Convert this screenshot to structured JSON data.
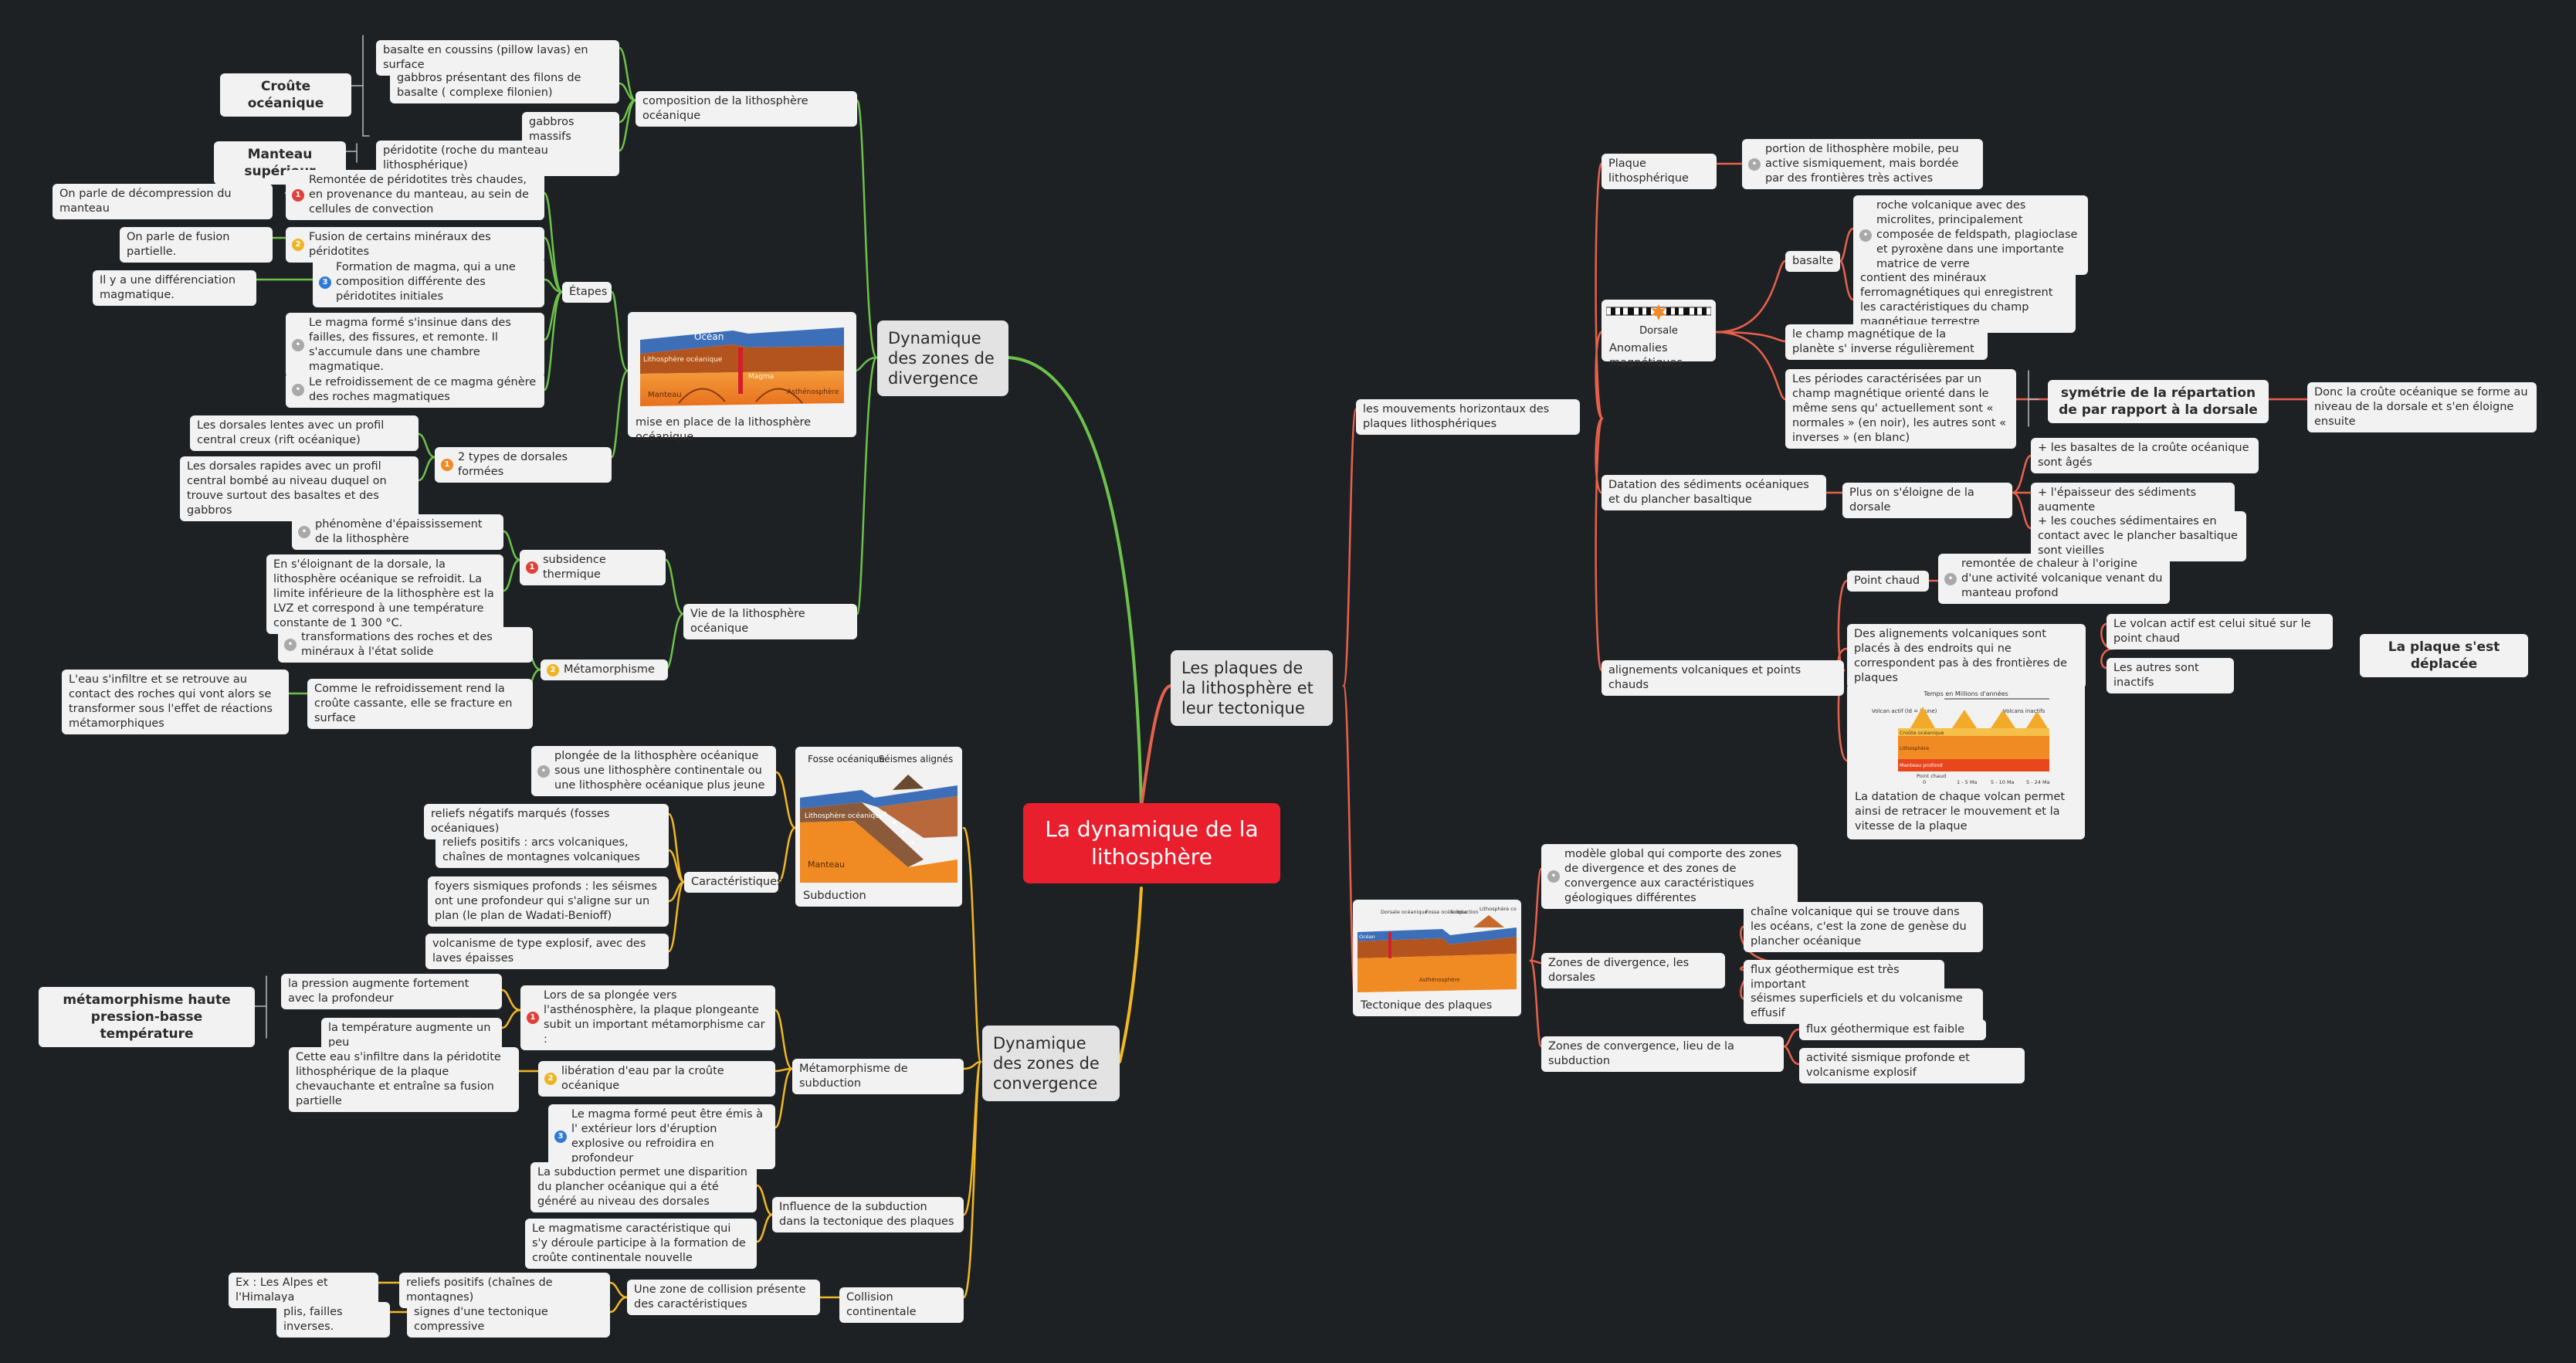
{
  "root": "La dynamique de la lithosphère",
  "main": {
    "divergence": "Dynamique des zones de divergence",
    "plaques": "Les plaques de la lithosphère et leur tectonique",
    "convergence": "Dynamique des zones de convergence"
  },
  "div": {
    "composition": "composition de la lithosphère océanique",
    "c1": "basalte en coussins (pillow lavas) en surface",
    "c2": "gabbros présentant des filons de basalte ( complexe filonien)",
    "c3": "gabbros massifs",
    "c4": "péridotite (roche du manteau lithosphérique)",
    "croute": "Croûte océanique",
    "manteau": "Manteau supérieur",
    "mise": "mise en place de la lithosphère océanique",
    "etapes": "Étapes",
    "e1": "Remontée de péridotites très chaudes, en provenance du manteau, au sein de cellules de convection",
    "e1n": "On parle de décompression du manteau",
    "e2": "Fusion de certains minéraux des péridotites",
    "e2n": "On parle de fusion partielle.",
    "e3": "Formation de magma, qui a une composition différente des péridotites initiales",
    "e3n": "Il y a une différenciation magmatique.",
    "e4": "Le magma formé s'insinue dans des failles, des fissures, et remonte. Il s'accumule dans une chambre magmatique.",
    "e5": "Le refroidissement de ce magma génère des roches magmatiques",
    "deux": "2 types de dorsales formées",
    "d1": "Les dorsales lentes avec un profil central creux (rift océanique)",
    "d2": "Les dorsales rapides avec un profil central bombé au niveau duquel on trouve surtout des basaltes et des gabbros",
    "vie": "Vie de la lithosphère océanique",
    "sub": "subsidence thermique",
    "s1": "phénomène d'épaississement de la lithosphère",
    "s2": "En s'éloignant de la dorsale, la lithosphère océanique se refroidit. La limite inférieure de la lithosphère est la LVZ et correspond à une température constante de 1 300 °C.",
    "meta": "Métamorphisme",
    "m1": "transformations des roches et des minéraux à l'état solide",
    "m2": "Comme le refroidissement rend la croûte cassante, elle se fracture en surface",
    "m2n": "L'eau s'infiltre et se retrouve au contact des roches qui vont alors se transformer sous l'effet de réactions métamorphiques",
    "img_labels": [
      "Océan",
      "Lithosphère océanique",
      "Magma",
      "Asthénosphère",
      "Manteau"
    ]
  },
  "plq": {
    "plaque": "Plaque lithosphérique",
    "plaque_def": "portion de lithosphère mobile, peu active sismiquement, mais bordée par des frontières très actives",
    "mouv": "les mouvements horizontaux des plaques lithosphériques",
    "anom": "Anomalies magnétiques",
    "dorsale": "Dorsale",
    "basalte": "basalte",
    "b1": "roche volcanique avec des microlites, principalement composée de feldspath, plagioclase et pyroxène dans une importante matrice de verre",
    "b2": "contient des minéraux ferromagnétiques qui enregistrent les caractéristiques du champ magnétique terrestre",
    "champ": "le champ magnétique de la planète s' inverse régulièrement",
    "periodes": "Les périodes caractérisées par un champ magnétique orienté dans le même sens qu' actuellement sont « normales » (en noir), les autres sont « inverses » (en blanc)",
    "sym": "symétrie de la répartation de par rapport à la dorsale",
    "donc": "Donc la croûte océanique se forme au niveau de la dorsale et s'en éloigne ensuite",
    "datation": "Datation des sédiments océaniques et du plancher basaltique",
    "plus": "Plus on s'éloigne de la dorsale",
    "p1": "+ les basaltes de la croûte océanique sont âgés",
    "p2": "+ l'épaisseur des sédiments augmente",
    "p3": "+ les couches sédimentaires en contact avec le plancher basaltique sont vieilles",
    "align": "alignements volcaniques et points chauds",
    "pc": "Point chaud",
    "pc_def": "remontée de chaleur à l'origine d'une activité volcanique venant du manteau profond",
    "desalign": "Des alignements volcaniques sont placés à des endroits qui ne correspondent pas à des frontières de plaques",
    "va": "Le volcan actif est celui situé sur le point chaud",
    "inact": "Les autres sont inactifs",
    "deplacee": "La plaque s'est déplacée",
    "datvolc": "La datation de chaque volcan permet ainsi de retracer le mouvement et la vitesse de la plaque",
    "chart_labels": [
      "Temps en Millions d'années",
      "Volcan actif (ld = jeune)",
      "Volcans inactifs",
      "Croûte océanique",
      "Lithosphère",
      "Manteau profond",
      "Point chaud",
      "0",
      "1 - 5 Ma",
      "5 - 10 Ma",
      "5 - 24 Ma"
    ],
    "tect": "Tectonique des plaques",
    "tect_labels": [
      "Dorsale océanique",
      "Fosse océanique",
      "Subduction",
      "Lithosphère continentale",
      "Océan",
      "Asthénosphère"
    ],
    "modele": "modèle global qui comporte des zones de divergence et des zones de convergence aux caractéristiques géologiques différentes",
    "zdiv": "Zones de divergence, les dorsales",
    "zd1": "chaîne volcanique qui se trouve dans les océans, c'est la zone de genèse du plancher océanique",
    "zd2": "flux géothermique est très important",
    "zd3": "séismes superficiels et du volcanisme effusif",
    "zconv": "Zones de convergence, lieu de la subduction",
    "zc1": "flux géothermique est faible",
    "zc2": "activité sismique profonde et volcanisme explosif"
  },
  "conv": {
    "subd": "Subduction",
    "subd_labels": [
      "Fosse océanique",
      "Séismes alignés",
      "Lithosphère océanique",
      "Manteau"
    ],
    "plongee": "plongée de la lithosphère océanique sous une lithosphère continentale ou une lithosphère océanique plus jeune",
    "carac": "Caractéristiques",
    "k1": "reliefs négatifs marqués (fosses océaniques)",
    "k2": "reliefs positifs : arcs volcaniques, chaînes de montagnes volcaniques",
    "k3": "foyers sismiques profonds : les séismes ont une profondeur qui s'aligne sur un plan (le plan de Wadati-Benioff)",
    "k4": "volcanisme de type explosif, avec des laves épaisses",
    "metasub": "Métamorphisme de subduction",
    "lors": "Lors de sa plongée vers l'asthénosphère, la plaque plongeante subit un important métamorphisme car :",
    "pres": "la pression augmente fortement avec la profondeur",
    "temp": "la température augmente un peu",
    "hpbt": "métamorphisme haute pression-basse température",
    "lib": "libération d'eau par la croûte océanique",
    "cette": "Cette eau s'infiltre dans la péridotite lithosphérique de la plaque chevauchante et entraîne sa fusion partielle",
    "magma": "Le magma formé peut être émis à l' extérieur lors d'éruption explosive ou refroidira en profondeur",
    "infl": "Influence de la subduction dans la tectonique des plaques",
    "i1": "La subduction permet une disparition du plancher océanique qui a été généré au niveau des dorsales",
    "i2": "Le magmatisme caractéristique qui s'y déroule participe à la formation de croûte continentale nouvelle",
    "coll": "Collision continentale",
    "zone": "Une zone de collision présente des caractéristiques",
    "rp": "reliefs positifs (chaînes de montagnes)",
    "ex": "Ex : Les Alpes et l'Himalaya",
    "sig": "signes d'une tectonique compressive",
    "plis": "plis, failles inverses."
  },
  "colors": {
    "background": "#1e2124",
    "root": "#ea1f2d",
    "divergence": "#6cc24a",
    "plaques": "#e8604c",
    "convergence": "#f2b824",
    "node": "#f2f2f2"
  }
}
